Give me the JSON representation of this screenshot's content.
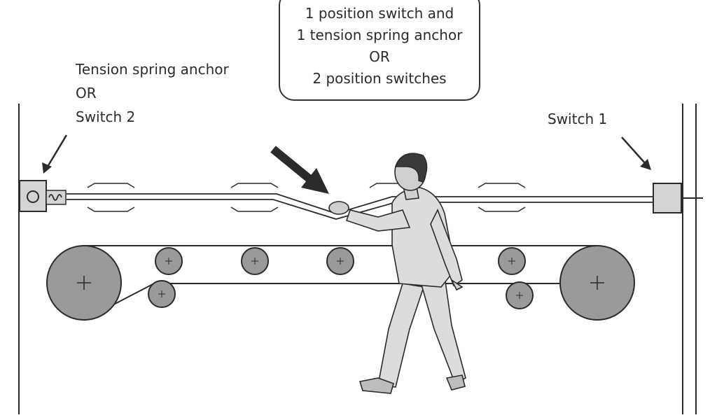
{
  "callout": {
    "lines": [
      "1 position switch and",
      "1 tension spring anchor",
      "OR",
      "2 position switches"
    ]
  },
  "left_label": {
    "lines": [
      "Tension spring anchor",
      "OR",
      "Switch 2"
    ]
  },
  "right_label": {
    "text": "Switch 1"
  },
  "colors": {
    "ink": "#2b2b2b",
    "roller": "#9a9a9a",
    "switch_box": "#d4d4d4",
    "worker": "#dcdcdc"
  }
}
